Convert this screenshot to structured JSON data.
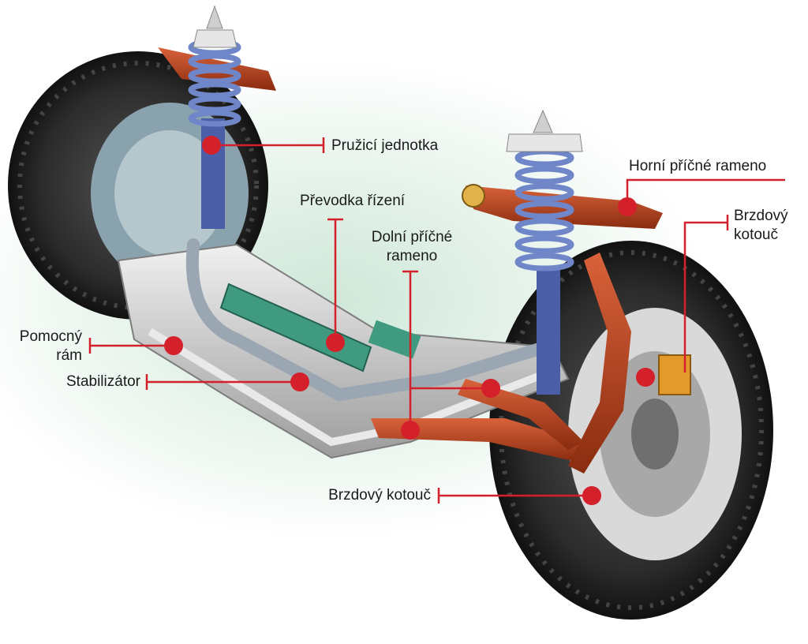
{
  "labels": {
    "spring_unit": "Pružicí jednotka",
    "steering_gear": "Převodka řízení",
    "lower_arm_1": "Dolní příčné",
    "lower_arm_2": "rameno",
    "upper_arm": "Horní příčné rameno",
    "brake_disc_top_1": "Brzdový",
    "brake_disc_top_2": "kotouč",
    "subframe_1": "Pomocný",
    "subframe_2": "rám",
    "stabilizer": "Stabilizátor",
    "brake_disc_bottom": "Brzdový kotouč"
  },
  "colors": {
    "leader": "#d4202a",
    "marker": "#d4202a",
    "tire": "#2a2a2a",
    "spring": "#5a6fb8",
    "arm": "#b8441e",
    "frame": "#c9c9c9",
    "steering": "#3f9a80"
  }
}
